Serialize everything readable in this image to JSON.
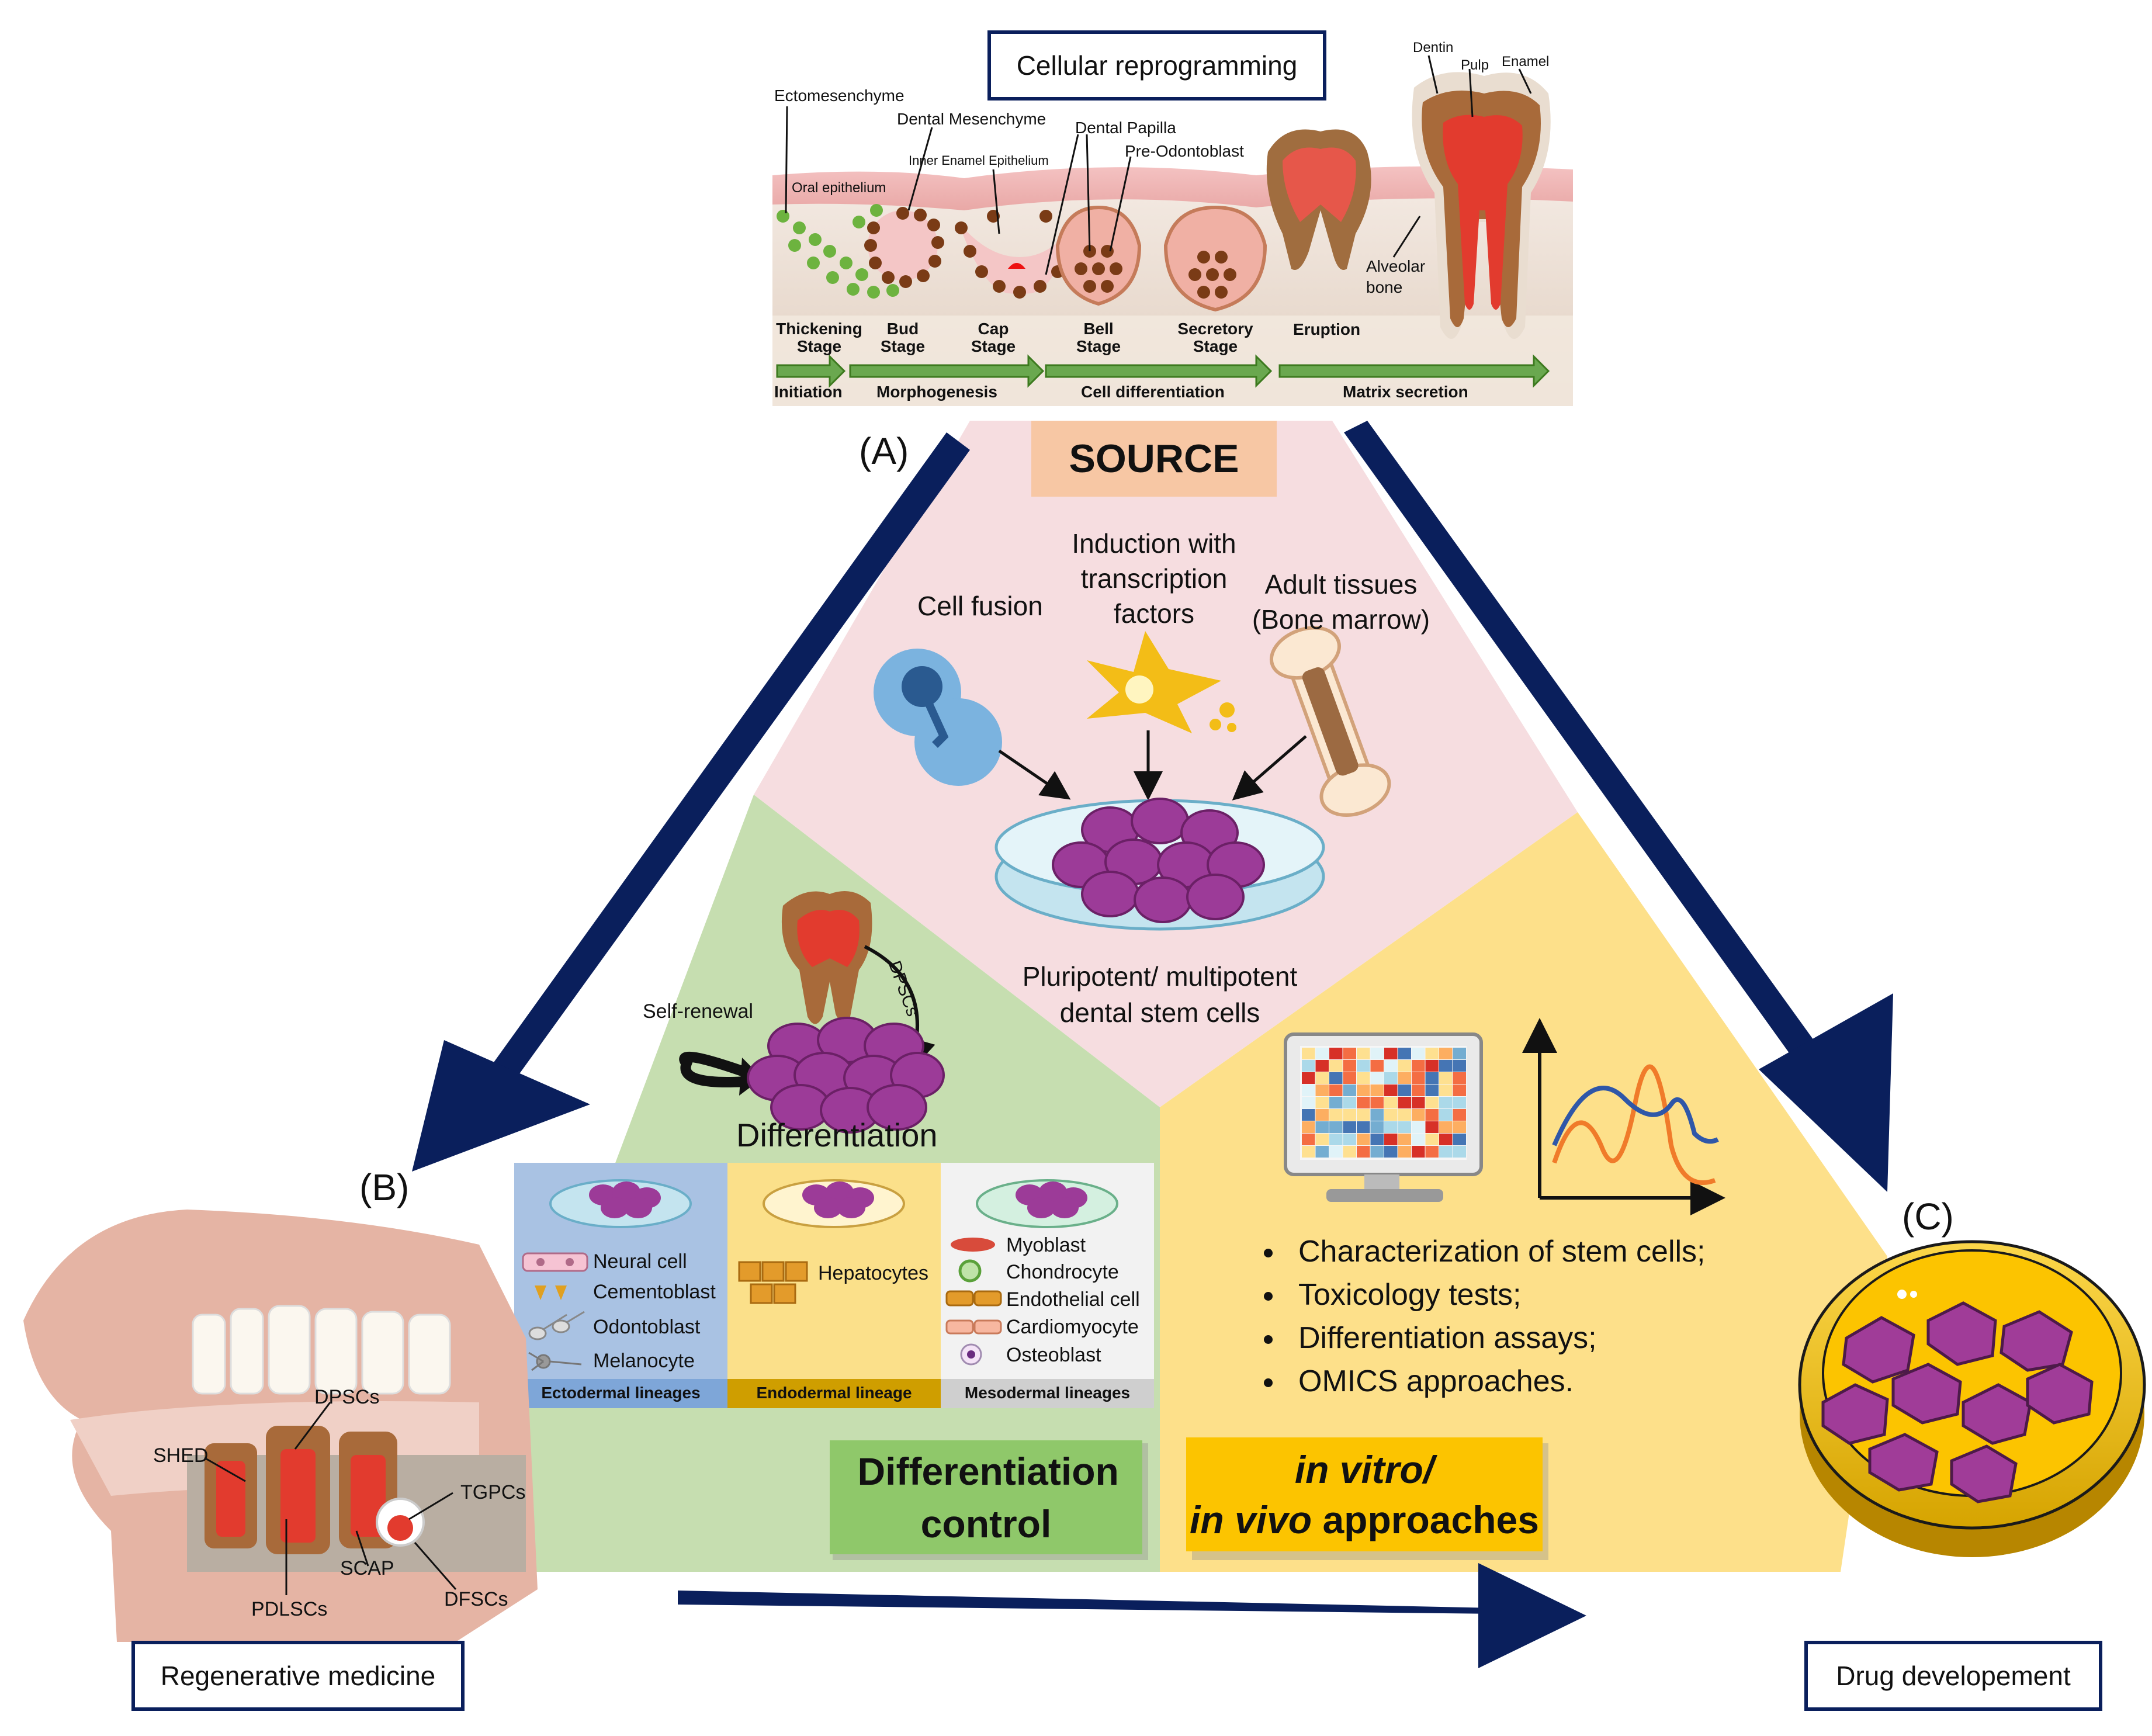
{
  "top_panel": {
    "title": "Cellular reprogramming",
    "labels": {
      "ectomesenchyme": "Ectomesenchyme",
      "dental_mesenchyme": "Dental Mesenchyme",
      "oral_epithelium": "Oral epithelium",
      "inner_enamel_epithelium": "Inner Enamel Epithelium",
      "dental_papilla": "Dental Papilla",
      "pre_odontoblast": "Pre-Odontoblast",
      "dentin": "Dentin",
      "pulp": "Pulp",
      "enamel": "Enamel",
      "alveolar_bone": "Alveolar bone"
    },
    "stages": [
      "Thickening Stage",
      "Bud Stage",
      "Cap Stage",
      "Bell Stage",
      "Secretory Stage",
      "Eruption"
    ],
    "phases": [
      "Initiation",
      "Morphogenesis",
      "Cell differentiation",
      "Matrix secretion"
    ]
  },
  "markers": {
    "a": "(A)",
    "b": "(B)",
    "c": "(C)"
  },
  "source": {
    "title": "SOURCE",
    "cell_fusion": "Cell fusion",
    "induction": "Induction with transcription factors",
    "adult_tissues": "Adult tissues (Bone marrow)",
    "result": "Pluripotent/ multipotent dental stem cells"
  },
  "differentiation": {
    "self_renewal": "Self-renewal",
    "dpscs_arrow": "DPSCs",
    "title": "Differentiation",
    "ectodermal": {
      "items": [
        "Neural cell",
        "Cementoblast",
        "Odontoblast",
        "Melanocyte"
      ],
      "footer": "Ectodermal lineages"
    },
    "endodermal": {
      "items": [
        "Hepatocytes"
      ],
      "footer": "Endodermal lineage"
    },
    "mesodermal": {
      "items": [
        "Myoblast",
        "Chondrocyte",
        "Endothelial cell",
        "Cardiomyocyte",
        "Osteoblast"
      ],
      "footer": "Mesodermal lineages"
    },
    "control_label": "Differentiation control"
  },
  "approaches": {
    "bullets": [
      "Characterization of stem cells;",
      "Toxicology tests;",
      "Differentiation assays;",
      "OMICS approaches."
    ],
    "label_line1": "in vitro/",
    "label_line2_italic": "in vivo",
    "label_line2_rest": " approaches"
  },
  "regen": {
    "teeth_labels": [
      "SHED",
      "DPSCs",
      "TGPCs",
      "SCAP",
      "PDLSCs",
      "DFSCs"
    ],
    "box": "Regenerative medicine"
  },
  "drug": {
    "box": "Drug developement"
  },
  "colors": {
    "navy": "#0a1f5c",
    "source_bg": "#f6dde0",
    "diff_bg": "#c6deb0",
    "approach_bg": "#fde08a",
    "source_banner": "#f7c7a4",
    "diff_banner": "#8fc86a",
    "approach_banner": "#fcc400",
    "stem_cell": "#a03c98"
  }
}
